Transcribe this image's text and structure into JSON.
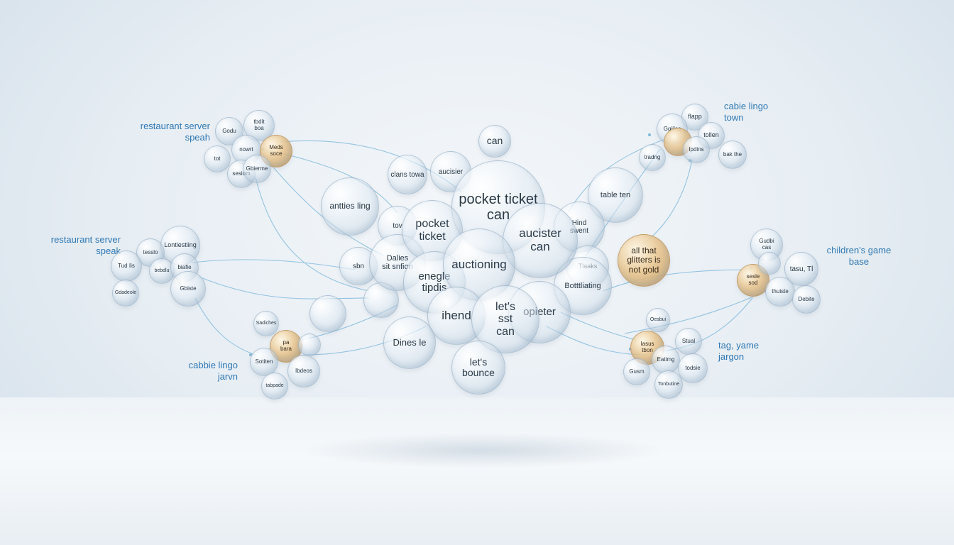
{
  "colors": {
    "label": "#2f78b4",
    "link": "#7fb8dc",
    "gold": "#d2a66a"
  },
  "labels": {
    "top_left": "restaurant server\nspeah",
    "mid_left": "restaurant server\nspeak",
    "bottom_left": "cabbie lingo\njarvn",
    "top_right": "cabie lingo\ntown",
    "mid_right": "children's game\nbase",
    "bottom_right": "tag, yame\njargon"
  },
  "center": {
    "can_top": "can",
    "clans_town": "clans towa",
    "auciser": "aucisier",
    "pocket_ticket_can": "pocket  ticket\ncan",
    "antties_ling": "antties ling",
    "table_ten": "table ten",
    "pocket_ticket": "pocket\nticket",
    "aucister_can": "aucister\ncan",
    "auctioning": "auctioning",
    "hind_went": "Hind\nswent",
    "all_that_glitters": "all that\nglitters is\nnot gold",
    "tov": "tov",
    "dalies": "Dalies\nsit snfion",
    "sbn": "sbn",
    "enegle": "enegle\ntipdis",
    "bottllating": "Botttliating",
    "tlaaks": "Tlaaks",
    "lets_can": "let's\nsst\ncan",
    "ihend": "ihend",
    "opieter": "opieter",
    "dines_le": "Dines le",
    "lets_bounce": "let's bounce",
    "small_a": "",
    "small_b": "",
    "small_c": ""
  },
  "clusters": {
    "tl": [
      "Godu",
      "tbdit\nboa",
      "nowrt",
      "Meds\nsoce",
      "tot",
      "sesiom",
      "Gbierme"
    ],
    "ml": [
      "Lontiestiing",
      "tesslo",
      "Tud Iis",
      "bebdlu",
      "biafie",
      "Gbiste",
      "Gdadeole"
    ],
    "bl": [
      "Sadiches",
      "pa\nbara",
      "Sotiten",
      "Ibdeos",
      "tabpade"
    ],
    "tr": [
      "flapp",
      "Ggiiles",
      "tollen",
      "tradng",
      "Ipdins",
      "bak the"
    ],
    "mr": [
      "Gudbi\ncas",
      "tasu, Tl",
      "sesle\nsod",
      "thuiste",
      "Debite"
    ],
    "br": [
      "Oesbui",
      "Stual",
      "Iasus\ntbon",
      "Eatimg",
      "todsie",
      "Gusm",
      "Tonbutine"
    ]
  }
}
